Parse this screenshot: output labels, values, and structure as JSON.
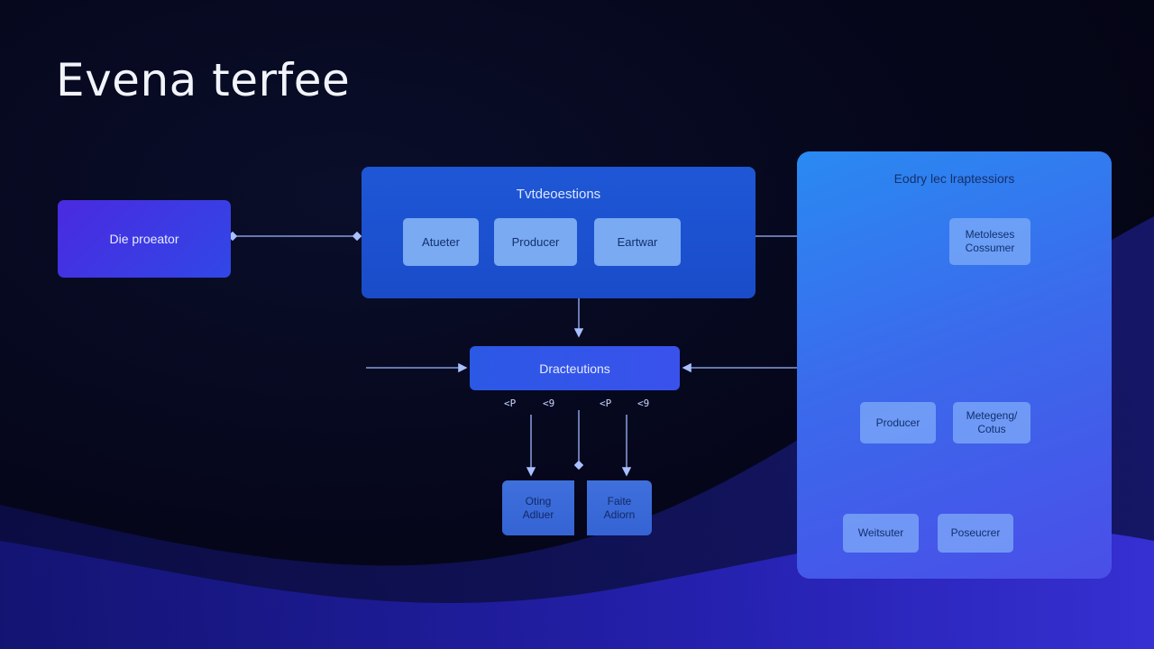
{
  "title": "Evena terfee",
  "source": {
    "label": "Die proeator"
  },
  "center_panel": {
    "title": "Tvtdeoestions",
    "chips": [
      "Atueter",
      "Producer",
      "Eartwar"
    ]
  },
  "right_panel": {
    "title": "Eodry lec lraptessiors",
    "chips": {
      "top": "Metoleses\nCossumer",
      "mid_left": "Producer",
      "mid_right": "Metegeng/\nCotus",
      "bottom_left": "Weitsuter",
      "bottom_right": "Poseucrer"
    }
  },
  "queue": {
    "label": "Dracteutions"
  },
  "ports": [
    "<P",
    "<9",
    "<P",
    "<9"
  ],
  "outputs": [
    "Oting\nAdluer",
    "Faite\nAdiorn"
  ],
  "colors": {
    "background": "#050714",
    "accent": "#1e57d6",
    "panel": "#3a6bec",
    "connector": "#9fb8ff"
  }
}
